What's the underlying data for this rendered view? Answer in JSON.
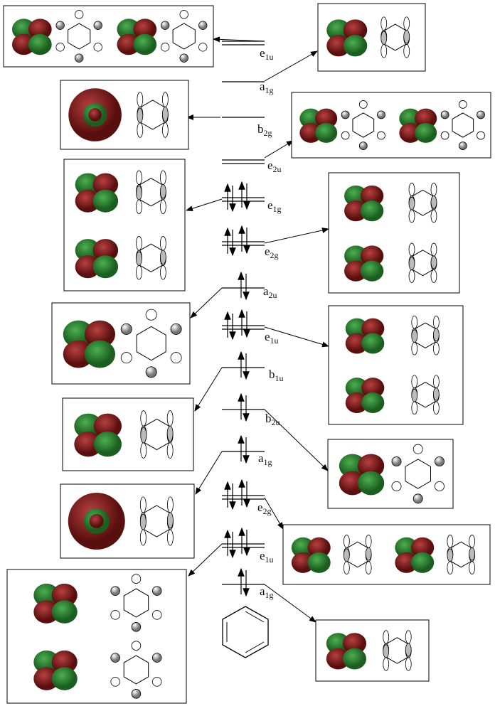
{
  "title": "Benzene molecular orbital energy diagram",
  "levels": [
    {
      "sym": "e",
      "sub": "1u",
      "degenerate": true,
      "occupied": false
    },
    {
      "sym": "a",
      "sub": "1g",
      "degenerate": false,
      "occupied": false
    },
    {
      "sym": "b",
      "sub": "2g",
      "degenerate": false,
      "occupied": false
    },
    {
      "sym": "e",
      "sub": "2u",
      "degenerate": true,
      "occupied": false
    },
    {
      "sym": "e",
      "sub": "1g",
      "degenerate": true,
      "occupied": true
    },
    {
      "sym": "e",
      "sub": "2g",
      "degenerate": true,
      "occupied": true
    },
    {
      "sym": "a",
      "sub": "2u",
      "degenerate": false,
      "occupied": true
    },
    {
      "sym": "e",
      "sub": "1u",
      "degenerate": true,
      "occupied": true
    },
    {
      "sym": "b",
      "sub": "1u",
      "degenerate": false,
      "occupied": true
    },
    {
      "sym": "b",
      "sub": "2u",
      "degenerate": false,
      "occupied": true
    },
    {
      "sym": "a",
      "sub": "1g",
      "degenerate": false,
      "occupied": true
    },
    {
      "sym": "e",
      "sub": "2g",
      "degenerate": true,
      "occupied": true
    },
    {
      "sym": "e",
      "sub": "1u",
      "degenerate": true,
      "occupied": true
    },
    {
      "sym": "a",
      "sub": "1g",
      "degenerate": false,
      "occupied": true
    }
  ],
  "colors": {
    "positive_lobe": "#7a1a1a",
    "negative_lobe": "#2e7d32",
    "line": "#000000"
  }
}
